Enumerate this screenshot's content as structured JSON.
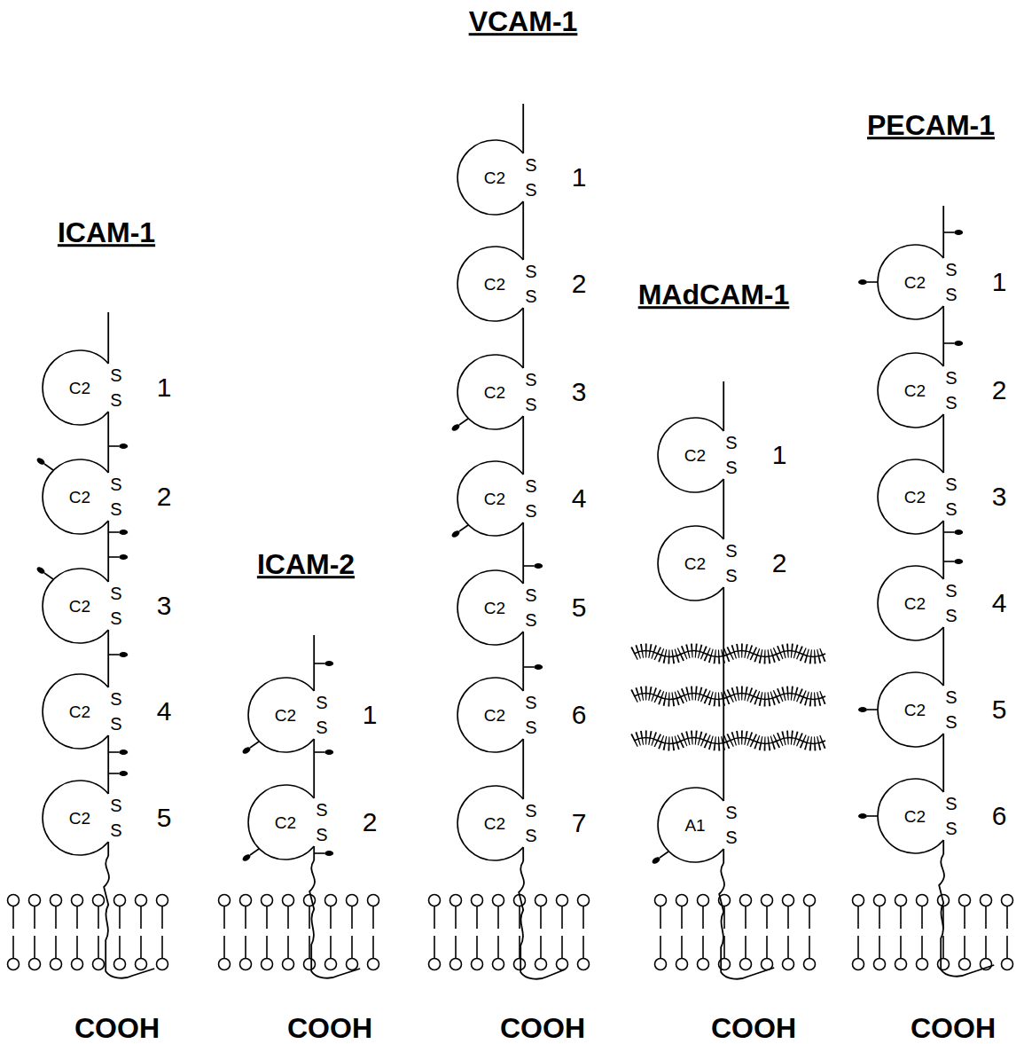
{
  "diagram": {
    "nodes": [
      {
        "text": [
          "C2"
        ]
      },
      {
        "text": [
          "C2"
        ]
      },
      {
        "text": [
          "C2"
        ]
      },
      {
        "text": [
          "C2"
        ]
      },
      {
        "text": [
          "C2"
        ]
      },
      {
        "text": [
          "C2"
        ]
      },
      {
        "text": [
          "C2"
        ]
      },
      {
        "text": [
          "C2"
        ]
      },
      {
        "text": [
          "C2"
        ]
      },
      {
        "text": [
          "C2"
        ]
      },
      {
        "text": [
          "C2"
        ]
      },
      {
        "text": [
          "C2"
        ]
      },
      {
        "text": [
          "C2"
        ]
      },
      {
        "text": [
          "C2"
        ]
      },
      {
        "text": [
          "C2"
        ]
      },
      {
        "text": [
          "C2"
        ]
      },
      {
        "text": [
          "A1"
        ]
      },
      {
        "text": [
          "C2"
        ]
      },
      {
        "text": [
          "C2"
        ]
      },
      {
        "text": [
          "C2"
        ]
      },
      {
        "text": [
          "C2"
        ]
      },
      {
        "text": [
          "C2"
        ]
      },
      {
        "text": [
          "C2"
        ]
      }
    ],
    "edges": [
      {
        "from": 0,
        "to": 1,
        "arrow": "none"
      },
      {
        "from": 1,
        "to": 2,
        "arrow": "none"
      },
      {
        "from": 2,
        "to": 3,
        "arrow": "none"
      },
      {
        "from": 3,
        "to": 4,
        "arrow": "none"
      },
      {
        "from": 5,
        "to": 6,
        "arrow": "none"
      },
      {
        "from": 7,
        "to": 8,
        "arrow": "none"
      },
      {
        "from": 8,
        "to": 9,
        "arrow": "none"
      },
      {
        "from": 9,
        "to": 10,
        "arrow": "none"
      },
      {
        "from": 10,
        "to": 11,
        "arrow": "none"
      },
      {
        "from": 11,
        "to": 12,
        "arrow": "none"
      },
      {
        "from": 12,
        "to": 13,
        "arrow": "none"
      },
      {
        "from": 14,
        "to": 15,
        "arrow": "none"
      },
      {
        "from": 15,
        "to": 16,
        "arrow": "none"
      },
      {
        "from": 17,
        "to": 18,
        "arrow": "none"
      },
      {
        "from": 18,
        "to": 19,
        "arrow": "none"
      },
      {
        "from": 19,
        "to": 20,
        "arrow": "none"
      },
      {
        "from": 20,
        "to": 21,
        "arrow": "none"
      },
      {
        "from": 21,
        "to": 22,
        "arrow": "none"
      }
    ],
    "labels": [
      "ICAM-1",
      "S",
      "S",
      "1",
      "S",
      "S",
      "2",
      "S",
      "S",
      "3",
      "S",
      "S",
      "4",
      "S",
      "S",
      "5",
      "COOH",
      "ICAM-2",
      "S",
      "S",
      "1",
      "S",
      "S",
      "2",
      "COOH",
      "VCAM-1",
      "S",
      "S",
      "1",
      "S",
      "S",
      "2",
      "S",
      "S",
      "3",
      "S",
      "S",
      "4",
      "S",
      "S",
      "5",
      "S",
      "S",
      "6",
      "S",
      "S",
      "7",
      "COOH",
      "MAdCAM-1",
      "S",
      "S",
      "1",
      "S",
      "S",
      "2",
      "S",
      "S",
      "COOH",
      "PECAM-1",
      "S",
      "S",
      "1",
      "S",
      "S",
      "2",
      "S",
      "S",
      "3",
      "S",
      "S",
      "4",
      "S",
      "S",
      "5",
      "S",
      "S",
      "6",
      "COOH"
    ]
  }
}
